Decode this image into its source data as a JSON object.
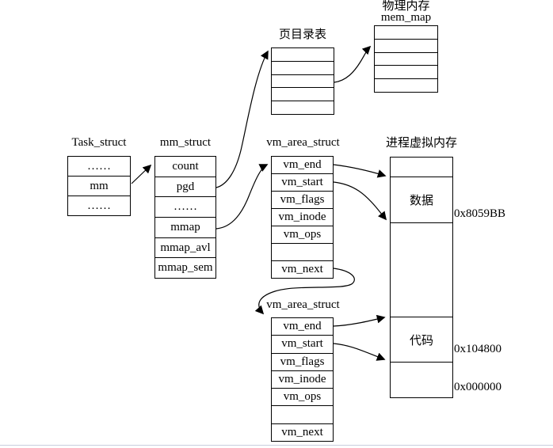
{
  "tables": {
    "task_struct": {
      "title": "Task_struct",
      "rows": [
        "……",
        "mm",
        "……"
      ]
    },
    "mm_struct": {
      "title": "mm_struct",
      "rows": [
        "count",
        "pgd",
        "……",
        "mmap",
        "mmap_avl",
        "mmap_sem"
      ]
    },
    "vm_area_struct_top": {
      "title": "vm_area_struct",
      "rows": [
        "vm_end",
        "vm_start",
        "vm_flags",
        "vm_inode",
        "vm_ops",
        "",
        "vm_next"
      ]
    },
    "vm_area_struct_bottom": {
      "title": "vm_area_struct",
      "rows": [
        "vm_end",
        "vm_start",
        "vm_flags",
        "vm_inode",
        "vm_ops",
        "",
        "vm_next"
      ]
    },
    "page_directory": {
      "title": "页目录表",
      "row_count": 5
    },
    "mem_map": {
      "title_line1": "物理内存",
      "title_line2": "mem_map",
      "row_count": 5
    },
    "process_virtual_memory": {
      "title": "进程虚拟内存",
      "sections": [
        {
          "label": ""
        },
        {
          "label": "数据"
        },
        {
          "label": ""
        },
        {
          "label": "代码"
        },
        {
          "label": ""
        }
      ],
      "addresses": [
        "0x8059BB",
        "0x104800",
        "0x000000"
      ]
    }
  },
  "colors": {
    "line": "#000000",
    "background": "#ffffff",
    "page_edge_line": "#c9cede"
  }
}
